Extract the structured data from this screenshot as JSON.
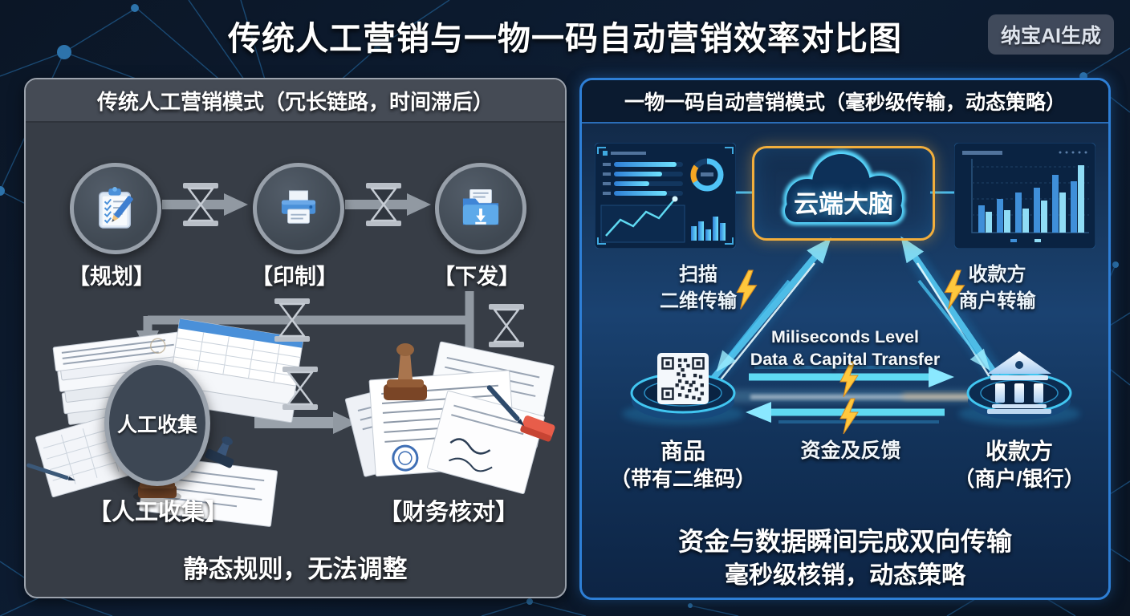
{
  "page": {
    "title": "传统人工营销与一物一码自动营销效率对比图",
    "badge": "纳宝AI生成"
  },
  "left_panel": {
    "header": "传统人工营销模式（冗长链路，时间滞后）",
    "steps": [
      {
        "label": "【规划】",
        "icon": "clipboard-checklist-icon"
      },
      {
        "label": "【印制】",
        "icon": "printer-icon"
      },
      {
        "label": "【下发】",
        "icon": "folder-download-icon"
      }
    ],
    "collect_circle": "人工收集",
    "collect_caption": "【人工收集】",
    "finance_caption": "【财务核对】",
    "footer": "静态规则，无法调整"
  },
  "right_panel": {
    "header": "一物一码自动营销模式（毫秒级传输，动态策略）",
    "cloud_label": "云端大脑",
    "scan_edge": {
      "line1": "扫描",
      "line2": "二维传输"
    },
    "payee_edge": {
      "line1": "收款方",
      "line2": "商户转输"
    },
    "center_caption": {
      "line1": "Miliseconds Level",
      "line2": "Data & Capital Transfer"
    },
    "funds_edge": "资金及反馈",
    "product_node": {
      "line1": "商品",
      "line2": "（带有二维码）"
    },
    "payee_node": {
      "line1": "收款方",
      "line2": "（商户/银行）"
    },
    "footer_line1": "资金与数据瞬间完成双向传输",
    "footer_line2": "毫秒级核销，动态策略"
  },
  "colors": {
    "background": "#0b1524",
    "accent_cyan": "#5fd9f2",
    "accent_orange": "#f2ae3c",
    "bolt_yellow": "#ffc83d",
    "left_panel_bg": "#373d46",
    "right_panel_border": "#2e7fd6"
  }
}
